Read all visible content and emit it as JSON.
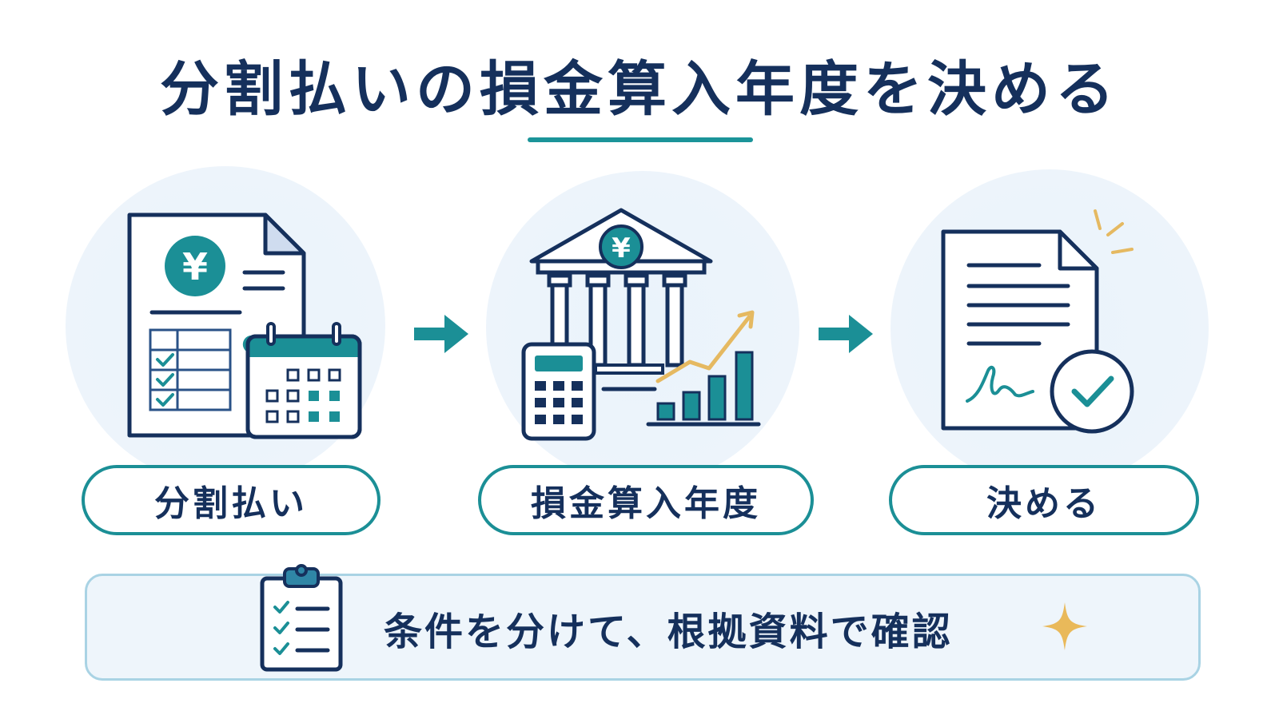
{
  "title": "分割払いの損金算入年度を決める",
  "steps": [
    {
      "label": "分割払い",
      "icon": "invoice-calendar-icon"
    },
    {
      "label": "損金算入年度",
      "icon": "bank-calculator-growth-icon"
    },
    {
      "label": "決める",
      "icon": "signed-document-check-icon"
    }
  ],
  "note": {
    "text": "条件を分けて、根拠資料で確認",
    "icon": "checklist-clipboard-icon"
  },
  "currency_symbol": "¥",
  "colors": {
    "navy": "#15305c",
    "teal": "#1b9499",
    "gold": "#e5b961",
    "circle_bg": "#eaf3fb",
    "banner_bg": "#eef5fb"
  }
}
